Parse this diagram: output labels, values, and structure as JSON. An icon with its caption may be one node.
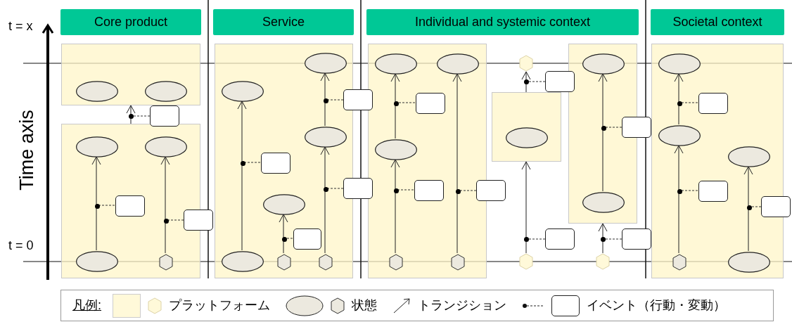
{
  "diagram": {
    "nodes": [
      {
        "text": [
          "Core product"
        ]
      },
      {
        "text": [
          "Service"
        ]
      },
      {
        "text": [
          "Individual and systemic context"
        ]
      },
      {
        "text": [
          "Societal context"
        ]
      },
      {
        "text": [],
        "shape": "box"
      },
      {
        "text": [],
        "shape": "ellipse",
        "in": 4
      },
      {
        "text": [],
        "shape": "ellipse",
        "in": 4
      },
      {
        "text": [],
        "shape": "rounded-box"
      },
      {
        "text": [],
        "shape": "box"
      },
      {
        "text": [],
        "shape": "ellipse",
        "in": 8
      },
      {
        "text": [],
        "shape": "ellipse",
        "in": 8
      },
      {
        "text": [],
        "shape": "rounded-box",
        "in": 8
      },
      {
        "text": [],
        "shape": "rounded-box"
      },
      {
        "text": [],
        "shape": "ellipse",
        "in": 8
      },
      {
        "text": [],
        "shape": "hexagon",
        "in": 8
      },
      {
        "text": [],
        "shape": "box"
      },
      {
        "text": [],
        "shape": "ellipse",
        "in": 15
      },
      {
        "text": [],
        "shape": "ellipse",
        "in": 15
      },
      {
        "text": [],
        "shape": "rounded-box"
      },
      {
        "text": [],
        "shape": "ellipse",
        "in": 15
      },
      {
        "text": [],
        "shape": "rounded-box",
        "in": 15
      },
      {
        "text": [],
        "shape": "rounded-box"
      },
      {
        "text": [],
        "shape": "ellipse",
        "in": 15
      },
      {
        "text": [],
        "shape": "rounded-box",
        "in": 15
      },
      {
        "text": [],
        "shape": "ellipse",
        "in": 15
      },
      {
        "text": [],
        "shape": "hexagon",
        "in": 15
      },
      {
        "text": [],
        "shape": "hexagon",
        "in": 15
      },
      {
        "text": [],
        "shape": "box"
      },
      {
        "text": [],
        "shape": "ellipse",
        "in": 27
      },
      {
        "text": [],
        "shape": "ellipse",
        "in": 27
      },
      {
        "text": [],
        "shape": "rounded-box",
        "in": 27
      },
      {
        "text": [],
        "shape": "ellipse",
        "in": 27
      },
      {
        "text": [],
        "shape": "rounded-box",
        "in": 27
      },
      {
        "text": [],
        "shape": "rounded-box"
      },
      {
        "text": [],
        "shape": "hexagon",
        "in": 27
      },
      {
        "text": [],
        "shape": "hexagon",
        "in": 27
      },
      {
        "text": [],
        "shape": "hexagon"
      },
      {
        "text": [],
        "shape": "rounded-box"
      },
      {
        "text": [],
        "shape": "box"
      },
      {
        "text": [],
        "shape": "ellipse",
        "in": 38
      },
      {
        "text": [],
        "shape": "rounded-box"
      },
      {
        "text": [],
        "shape": "hexagon"
      },
      {
        "text": [],
        "shape": "box"
      },
      {
        "text": [],
        "shape": "ellipse",
        "in": 42
      },
      {
        "text": [],
        "shape": "rounded-box"
      },
      {
        "text": [],
        "shape": "ellipse",
        "in": 42
      },
      {
        "text": [],
        "shape": "rounded-box"
      },
      {
        "text": [],
        "shape": "hexagon"
      },
      {
        "text": [],
        "shape": "box"
      },
      {
        "text": [],
        "shape": "ellipse",
        "in": 48
      },
      {
        "text": [],
        "shape": "rounded-box",
        "in": 48
      },
      {
        "text": [],
        "shape": "ellipse",
        "in": 48
      },
      {
        "text": [],
        "shape": "ellipse",
        "in": 48
      },
      {
        "text": [],
        "shape": "rounded-box",
        "in": 48
      },
      {
        "text": [],
        "shape": "rounded-box"
      },
      {
        "text": [],
        "shape": "hexagon",
        "in": 48
      },
      {
        "text": [],
        "shape": "ellipse",
        "in": 48
      },
      {
        "text": [],
        "shape": "dot"
      },
      {
        "text": [],
        "shape": "dot",
        "in": 8
      },
      {
        "text": [],
        "shape": "dot",
        "in": 8
      },
      {
        "text": [],
        "shape": "dot",
        "in": 15
      },
      {
        "text": [],
        "shape": "dot",
        "in": 15
      },
      {
        "text": [],
        "shape": "dot",
        "in": 15
      },
      {
        "text": [],
        "shape": "dot",
        "in": 15
      },
      {
        "text": [],
        "shape": "dot",
        "in": 27
      },
      {
        "text": [],
        "shape": "dot",
        "in": 27
      },
      {
        "text": [],
        "shape": "dot",
        "in": 27
      },
      {
        "text": [],
        "shape": "dot"
      },
      {
        "text": [],
        "shape": "dot"
      },
      {
        "text": [],
        "shape": "dot",
        "in": 42
      },
      {
        "text": [],
        "shape": "dot"
      },
      {
        "text": [],
        "shape": "dot",
        "in": 48
      },
      {
        "text": [],
        "shape": "dot",
        "in": 48
      },
      {
        "text": [],
        "shape": "dot",
        "in": 48
      }
    ],
    "edges": [
      {
        "from": 8,
        "to": 4,
        "arrow": "to"
      },
      {
        "from": 13,
        "to": 9,
        "arrow": "to"
      },
      {
        "from": 14,
        "to": 10,
        "arrow": "to"
      },
      {
        "from": 24,
        "to": 17,
        "arrow": "to"
      },
      {
        "from": 25,
        "to": 22,
        "arrow": "to"
      },
      {
        "from": 26,
        "to": 19,
        "arrow": "to"
      },
      {
        "from": 19,
        "to": 16,
        "arrow": "to"
      },
      {
        "from": 34,
        "to": 31,
        "arrow": "to"
      },
      {
        "from": 31,
        "to": 28,
        "arrow": "to"
      },
      {
        "from": 35,
        "to": 29,
        "arrow": "to"
      },
      {
        "from": 41,
        "to": 38,
        "arrow": "to"
      },
      {
        "from": 38,
        "to": 36,
        "arrow": "to"
      },
      {
        "from": 45,
        "to": 43,
        "arrow": "to"
      },
      {
        "from": 47,
        "to": 42,
        "arrow": "to"
      },
      {
        "from": 55,
        "to": 51,
        "arrow": "to"
      },
      {
        "from": 51,
        "to": 49,
        "arrow": "to"
      },
      {
        "from": 56,
        "to": 52,
        "arrow": "to"
      },
      {
        "from": 7,
        "to": 57,
        "arrow": "none",
        "style": "dashed"
      },
      {
        "from": 11,
        "to": 58,
        "arrow": "none",
        "style": "dashed"
      },
      {
        "from": 12,
        "to": 59,
        "arrow": "none",
        "style": "dashed"
      },
      {
        "from": 18,
        "to": 60,
        "arrow": "none",
        "style": "dashed"
      },
      {
        "from": 20,
        "to": 61,
        "arrow": "none",
        "style": "dashed"
      },
      {
        "from": 21,
        "to": 62,
        "arrow": "none",
        "style": "dashed"
      },
      {
        "from": 23,
        "to": 63,
        "arrow": "none",
        "style": "dashed"
      },
      {
        "from": 30,
        "to": 64,
        "arrow": "none",
        "style": "dashed"
      },
      {
        "from": 32,
        "to": 65,
        "arrow": "none",
        "style": "dashed"
      },
      {
        "from": 33,
        "to": 66,
        "arrow": "none",
        "style": "dashed"
      },
      {
        "from": 37,
        "to": 67,
        "arrow": "none",
        "style": "dashed"
      },
      {
        "from": 40,
        "to": 68,
        "arrow": "none",
        "style": "dashed"
      },
      {
        "from": 44,
        "to": 69,
        "arrow": "none",
        "style": "dashed"
      },
      {
        "from": 46,
        "to": 70,
        "arrow": "none",
        "style": "dashed"
      },
      {
        "from": 50,
        "to": 71,
        "arrow": "none",
        "style": "dashed"
      },
      {
        "from": 53,
        "to": 72,
        "arrow": "none",
        "style": "dashed"
      },
      {
        "from": 54,
        "to": 73,
        "arrow": "none",
        "style": "dashed"
      }
    ],
    "labels": [
      "t = x",
      "t = 0",
      "Time axis",
      "凡例:"
    ],
    "legend": [
      {
        "text": "プラットフォーム"
      },
      {
        "text": "状態"
      },
      {
        "text": "トランジション"
      },
      {
        "text": "イベント（行動・変動）"
      }
    ]
  }
}
